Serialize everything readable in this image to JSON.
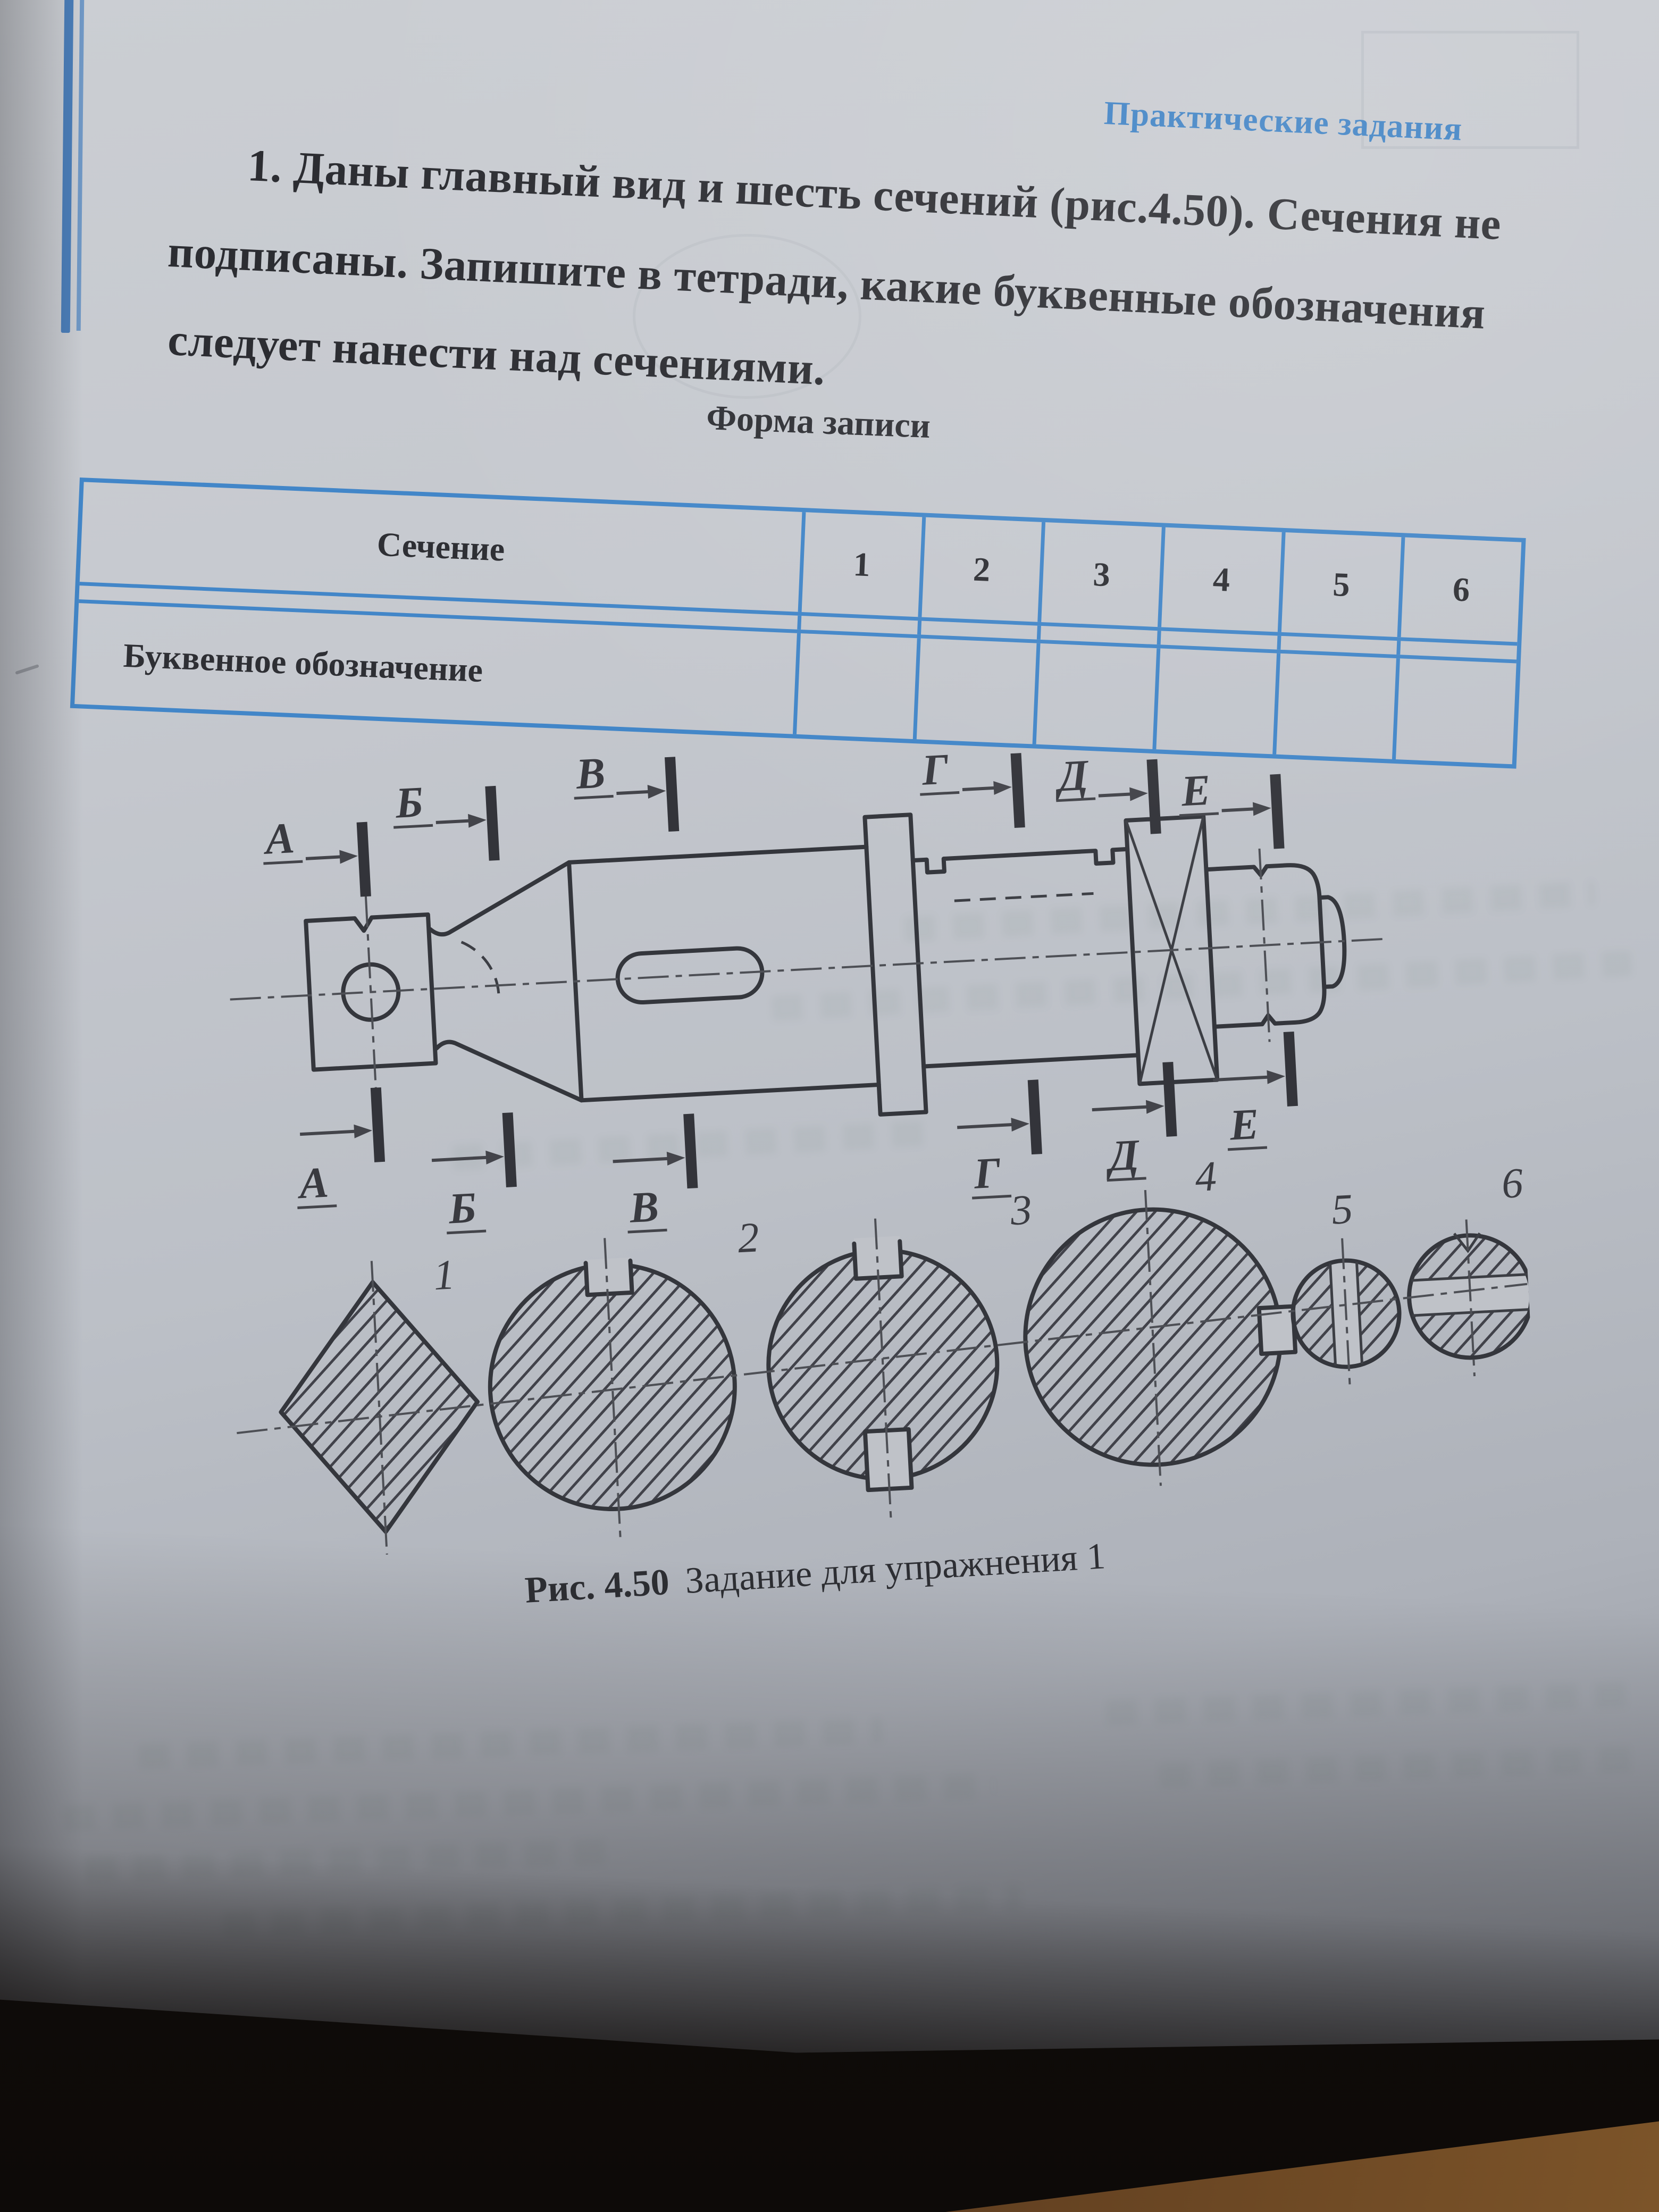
{
  "header": {
    "right_label": "Практические задания"
  },
  "task": {
    "line1": "1. Даны главный вид и шесть сечений (рис.4.50). Сечения не",
    "line2": "подписаны. Запишите в тетради, какие буквенные обозначения",
    "line3": "следует нанести над сечениями."
  },
  "form_title": "Форма записи",
  "table": {
    "row1_label": "Сечение",
    "row2_label": "Буквенное обозначение",
    "columns": [
      "1",
      "2",
      "3",
      "4",
      "5",
      "6"
    ]
  },
  "figure": {
    "section_labels_top": [
      "А",
      "Б",
      "В",
      "Г",
      "Д",
      "Е"
    ],
    "section_labels_bottom": [
      "А",
      "Б",
      "В",
      "Г",
      "Д",
      "Е"
    ],
    "section_numbers": [
      "1",
      "2",
      "3",
      "4",
      "5",
      "6"
    ],
    "caption_bold": "Рис. 4.50",
    "caption_text": "Задание для упражнения 1"
  },
  "colors": {
    "accent_blue": "#3f82c4",
    "table_border": "#4286c8",
    "ink": "#2e2f34",
    "drawing_line": "#34363c"
  }
}
